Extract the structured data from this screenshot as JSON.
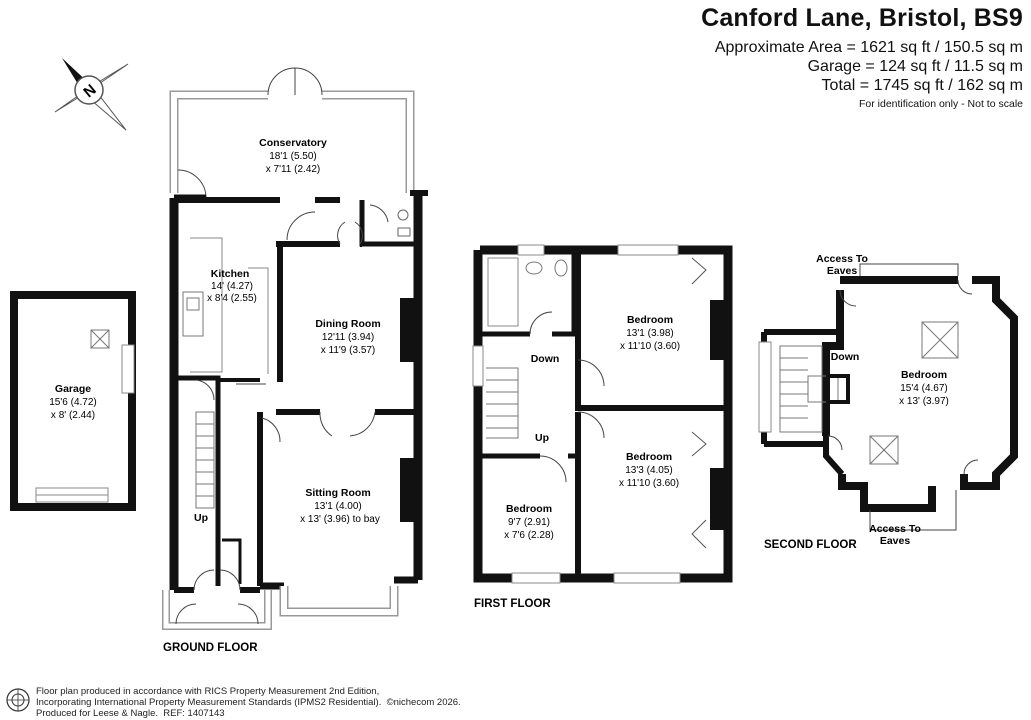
{
  "header": {
    "title": "Canford Lane, Bristol, BS9",
    "area_main": "Approximate Area = 1621 sq ft / 150.5 sq m",
    "area_garage": "Garage = 124 sq ft / 11.5 sq m",
    "area_total": "Total = 1745 sq ft / 162 sq m",
    "note": "For identification only - Not to scale"
  },
  "compass": {
    "label": "N"
  },
  "garage": {
    "name": "Garage",
    "dim1": "15'6 (4.72)",
    "dim2": "x 8' (2.44)"
  },
  "ground_floor": {
    "label": "GROUND FLOOR",
    "conservatory": {
      "name": "Conservatory",
      "dim1": "18'1 (5.50)",
      "dim2": "x 7'11 (2.42)"
    },
    "kitchen": {
      "name": "Kitchen",
      "dim1": "14' (4.27)",
      "dim2": "x 8'4 (2.55)"
    },
    "dining": {
      "name": "Dining Room",
      "dim1": "12'11 (3.94)",
      "dim2": "x 11'9 (3.57)"
    },
    "sitting": {
      "name": "Sitting Room",
      "dim1": "13'1 (4.00)",
      "dim2": "x 13' (3.96) to bay"
    },
    "stairs": "Up"
  },
  "first_floor": {
    "label": "FIRST FLOOR",
    "down": "Down",
    "up": "Up",
    "bed1": {
      "name": "Bedroom",
      "dim1": "13'1 (3.98)",
      "dim2": "x 11'10 (3.60)"
    },
    "bed2": {
      "name": "Bedroom",
      "dim1": "13'3 (4.05)",
      "dim2": "x 11'10 (3.60)"
    },
    "bed3": {
      "name": "Bedroom",
      "dim1": "9'7 (2.91)",
      "dim2": "x 7'6 (2.28)"
    }
  },
  "second_floor": {
    "label": "SECOND FLOOR",
    "down": "Down",
    "eaves_top1": "Access To",
    "eaves_top2": "Eaves",
    "eaves_bot1": "Access To",
    "eaves_bot2": "Eaves",
    "bed": {
      "name": "Bedroom",
      "dim1": "15'4 (4.67)",
      "dim2": "x 13' (3.97)"
    }
  },
  "footer": {
    "line1": "Floor plan produced in accordance with RICS Property Measurement 2nd Edition,",
    "line2": "Incorporating International Property Measurement Standards (IPMS2 Residential).",
    "copyright": "©nichecom 2026.",
    "line3": "Produced for Leese & Nagle.",
    "ref": "REF: 1407143"
  }
}
